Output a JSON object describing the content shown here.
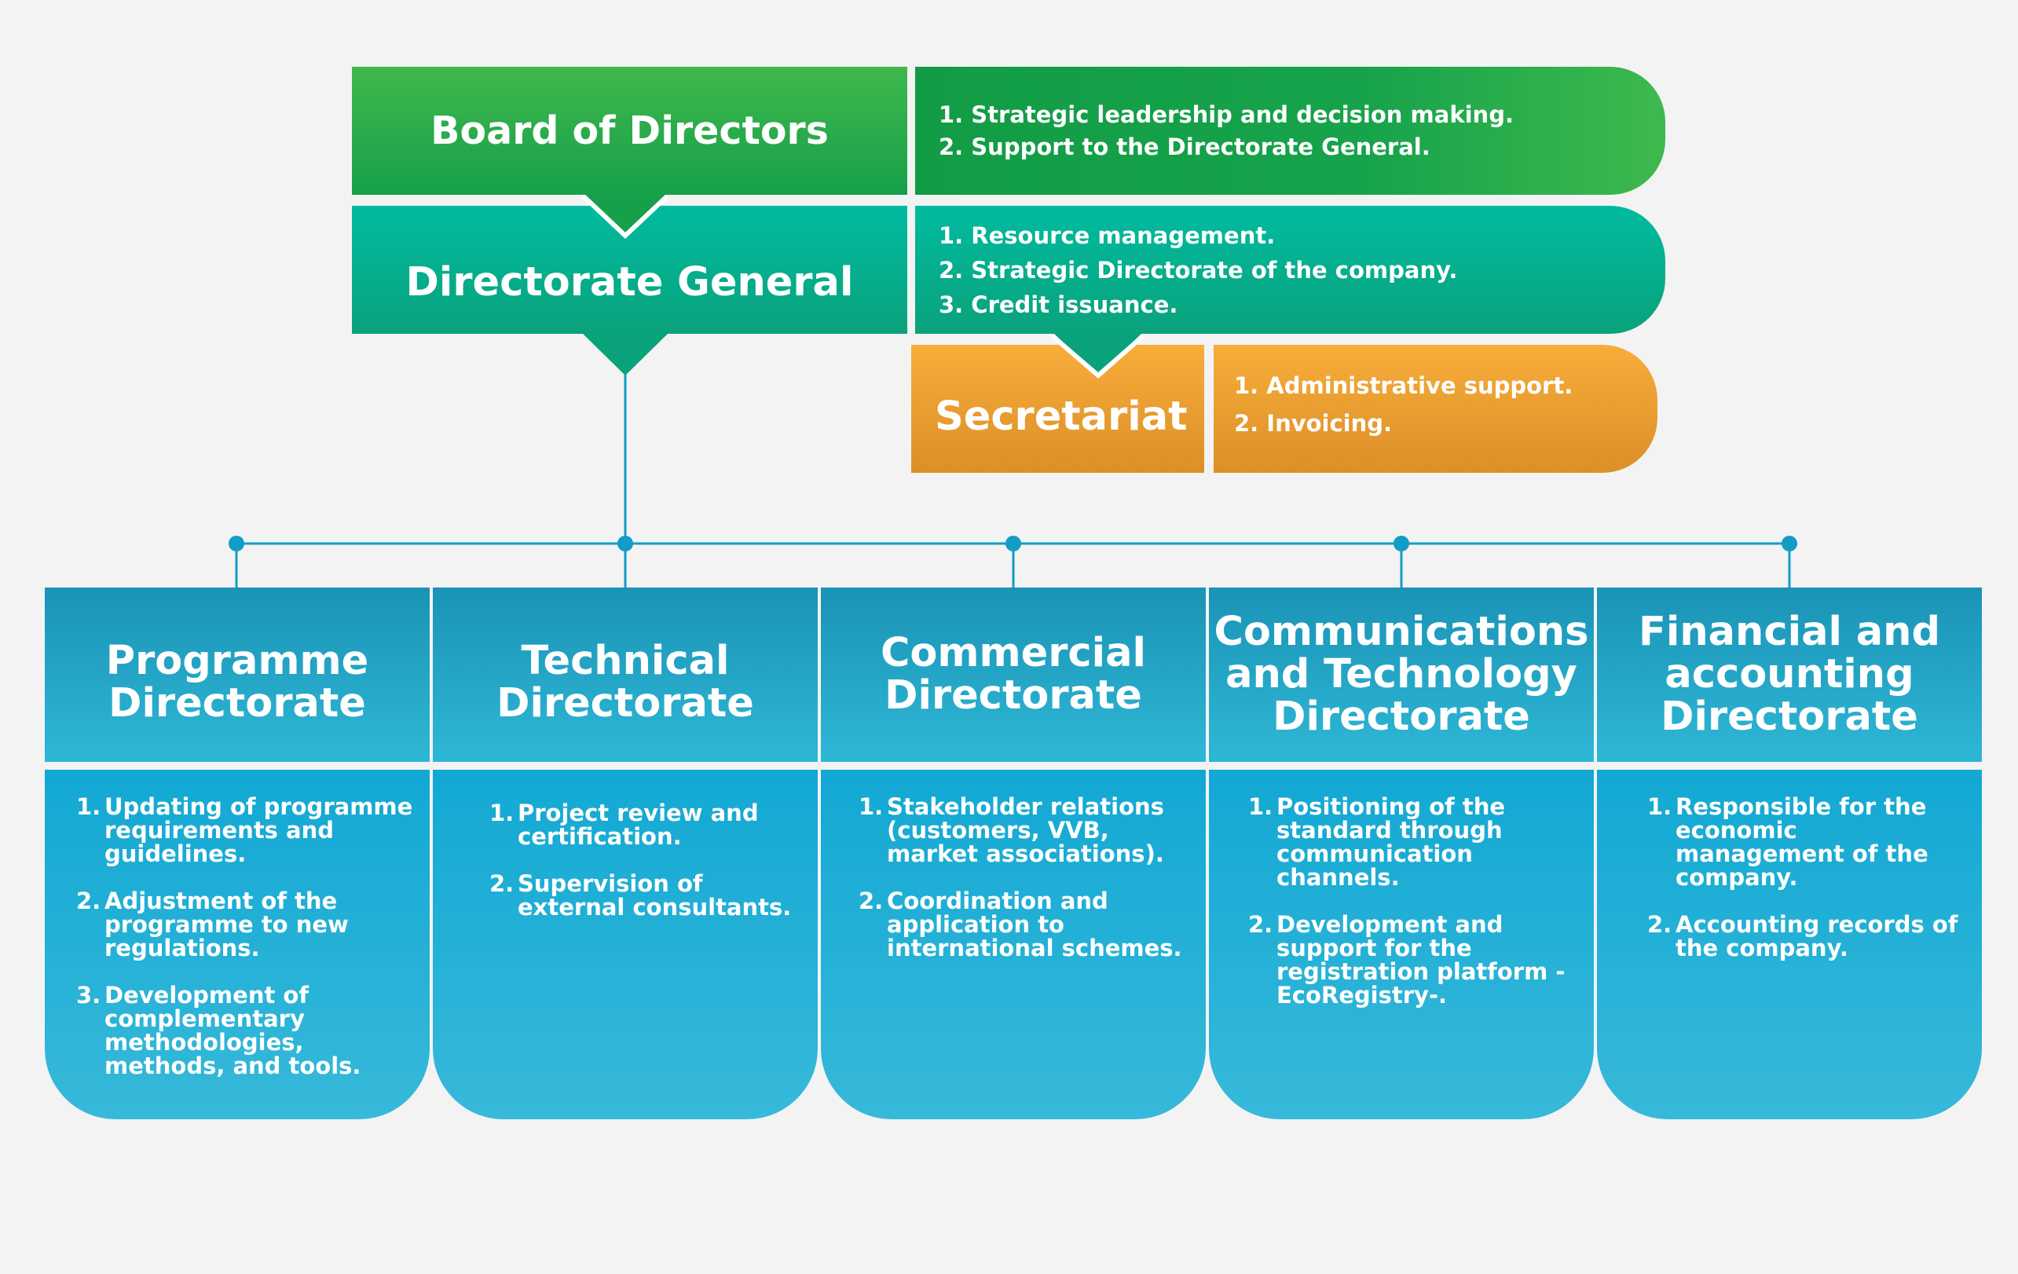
{
  "board": {
    "title": "Board of Directors",
    "duties": [
      "1. Strategic leadership and decision making.",
      "2. Support to the Directorate General."
    ]
  },
  "directorate_general": {
    "title": "Directorate General",
    "duties": [
      "1. Resource management.",
      "2. Strategic Directorate of the company.",
      "3. Credit issuance."
    ]
  },
  "secretariat": {
    "title": "Secretariat",
    "duties": [
      "1. Administrative support.",
      "2. Invoicing."
    ]
  },
  "directorates": [
    {
      "title": "Programme Directorate",
      "items": [
        {
          "num": "1.",
          "text": "Updating of programme requirements and guidelines."
        },
        {
          "num": "2.",
          "text": "Adjustment of the programme to new regulations."
        },
        {
          "num": "3.",
          "text": "Development of complementary methodologies, methods, and tools."
        }
      ]
    },
    {
      "title": "Technical Directorate",
      "items": [
        {
          "num": "1.",
          "text": "Project review and certification."
        },
        {
          "num": "2.",
          "text": "Supervision of external consultants."
        }
      ]
    },
    {
      "title": "Commercial Directorate",
      "items": [
        {
          "num": "1.",
          "text": "Stakeholder relations (customers, VVB, market associations)."
        },
        {
          "num": "2.",
          "text": "Coordination and application to international schemes."
        }
      ]
    },
    {
      "title": "Communications and Technology Directorate",
      "items": [
        {
          "num": "1.",
          "text": "Positioning of the standard through communication channels."
        },
        {
          "num": "2.",
          "text": "Development and support for the registration platform -EcoRegistry-."
        }
      ]
    },
    {
      "title": "Financial and accounting Directorate",
      "items": [
        {
          "num": "1.",
          "text": "Responsible for the economic management of the company."
        },
        {
          "num": "2.",
          "text": "Accounting records of the company."
        }
      ]
    }
  ],
  "colors": {
    "board_green": "#17a04a",
    "directorate_general_teal": "#0aa27b",
    "secretariat_orange": "#f7ad3a",
    "directorate_blue": "#1a93b6",
    "connector_blue": "#139cc7",
    "background": "#f3f3f3"
  }
}
